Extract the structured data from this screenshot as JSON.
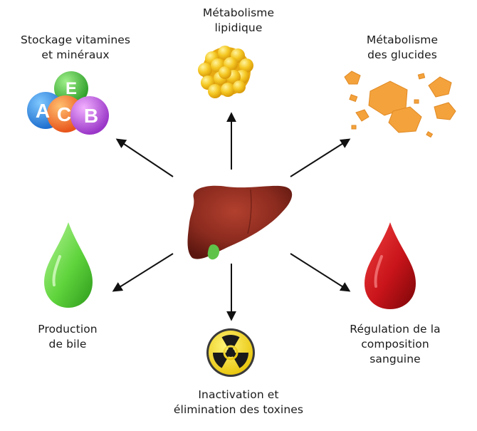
{
  "labels": {
    "lipid": [
      "Métabolisme",
      "lipidique"
    ],
    "vitamins": [
      "Stockage vitamines",
      "et minéraux"
    ],
    "glucides": [
      "Métabolisme",
      "des glucides"
    ],
    "bile": [
      "Production",
      "de bile"
    ],
    "sang": [
      "Régulation de la",
      "composition",
      "sanguine"
    ],
    "toxines": [
      "Inactivation et",
      "élimination des toxines"
    ]
  },
  "vitamin_letters": [
    "E",
    "A",
    "C",
    "B"
  ],
  "colors": {
    "liver": "#8a2a1e",
    "gallbladder": "#5fc34a",
    "bile_drop": "#63d64a",
    "blood_drop": "#c8141a",
    "fat": "#f4c21f",
    "glucose": "#f4a23c",
    "radiation": "#f5d820",
    "arrow": "#111111"
  }
}
